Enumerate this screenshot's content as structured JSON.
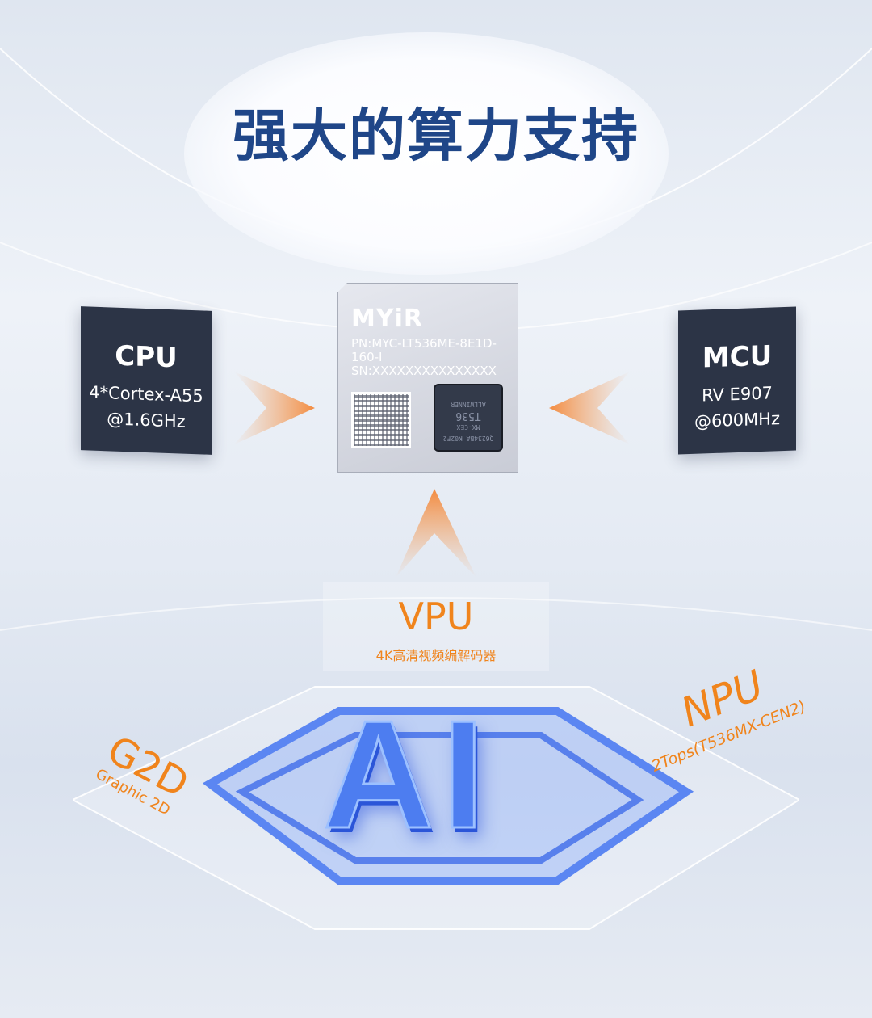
{
  "title": "强大的算力支持",
  "cpu": {
    "title": "CPU",
    "line1": "4*Cortex-A55",
    "line2": "@1.6GHz"
  },
  "mcu": {
    "title": "MCU",
    "line1": "RV E907",
    "line2": "@600MHz"
  },
  "chip": {
    "logo": "MYiR",
    "pn": "PN:MYC-LT536ME-8E1D-160-I",
    "sn": "SN:XXXXXXXXXXXXXXX",
    "die_lines": [
      "Q6234BA K02F2",
      "MX-CEX",
      "T536",
      "ALLWINNER"
    ]
  },
  "vpu": {
    "title": "VPU",
    "subtitle": "4K高清视频编解码器"
  },
  "ai_label": "AI",
  "g2d": {
    "title": "G2D",
    "subtitle": "Graphic 2D"
  },
  "npu": {
    "title": "NPU",
    "subtitle": "2Tops(T536MX-CEN2)"
  },
  "colors": {
    "title": "#1f4688",
    "accent": "#f0841c",
    "box": "#2c3446",
    "ai": "#4d7df0"
  }
}
